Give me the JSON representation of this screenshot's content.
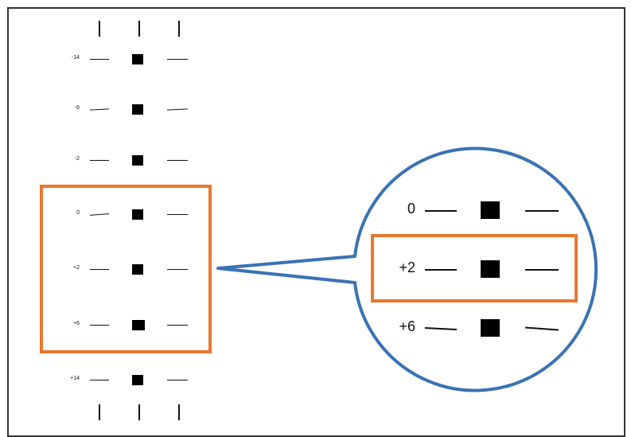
{
  "diagram": {
    "rows": [
      {
        "label": "-14"
      },
      {
        "label": "-6"
      },
      {
        "label": "-2"
      },
      {
        "label": "0"
      },
      {
        "label": "+2"
      },
      {
        "label": "+6"
      },
      {
        "label": "+14"
      }
    ],
    "zoom_rows": [
      {
        "label": "0"
      },
      {
        "label": "+2"
      },
      {
        "label": "+6"
      }
    ],
    "colors": {
      "highlight": "#e8772e",
      "callout": "#3a72b4",
      "ink": "#000000"
    }
  }
}
